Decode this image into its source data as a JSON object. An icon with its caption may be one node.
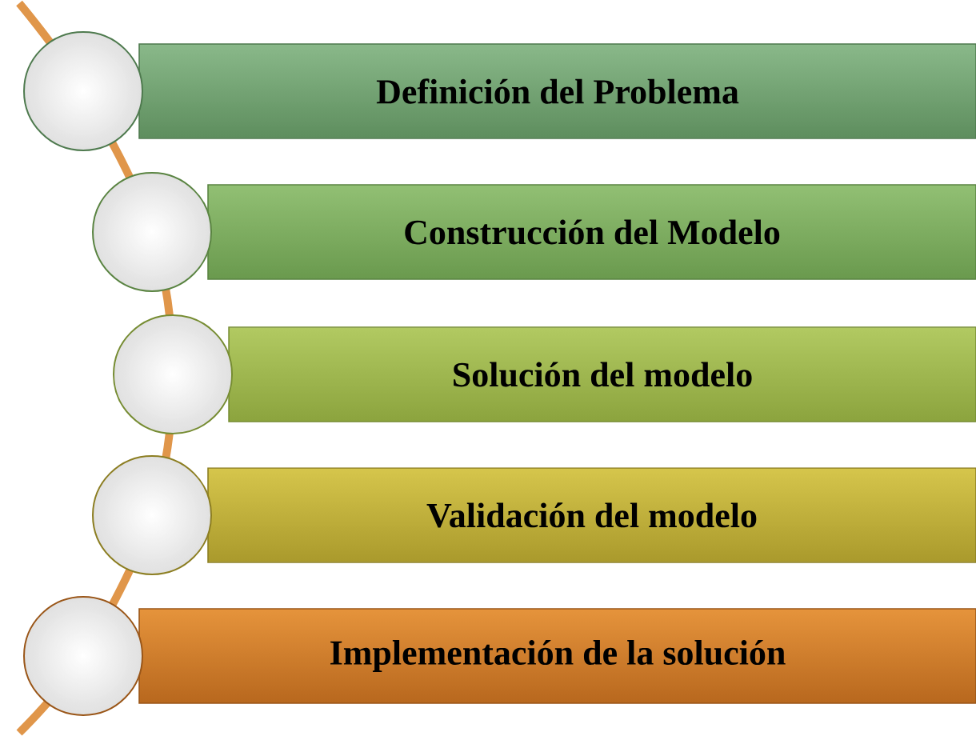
{
  "diagram": {
    "nodes": [
      {
        "text": [
          "Definición del Problema"
        ]
      },
      {
        "text": [
          "Construcción del Modelo"
        ]
      },
      {
        "text": [
          "Solución del modelo"
        ]
      },
      {
        "text": [
          "Validación del modelo"
        ]
      },
      {
        "text": [
          "Implementación de la solución"
        ]
      },
      {
        "text": [],
        "shape": "circle"
      },
      {
        "text": [],
        "shape": "circle"
      },
      {
        "text": [],
        "shape": "circle"
      },
      {
        "text": [],
        "shape": "circle"
      },
      {
        "text": [],
        "shape": "circle"
      }
    ]
  }
}
